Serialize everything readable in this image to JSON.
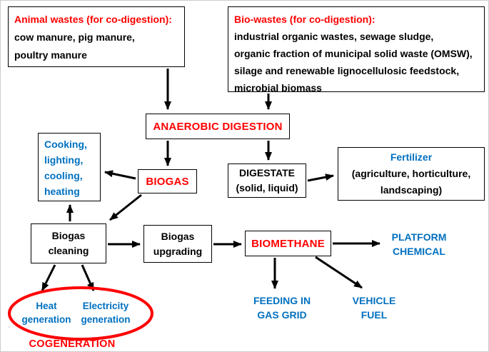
{
  "colors": {
    "red": "#ff0000",
    "blue": "#0070c0",
    "black": "#000000",
    "background": "#ffffff"
  },
  "nodes": {
    "animal_wastes": {
      "title": "Animal wastes (for co-digestion):",
      "lines": [
        "cow manure, pig manure,",
        "poultry manure"
      ]
    },
    "bio_wastes": {
      "title": "Bio-wastes (for co-digestion):",
      "lines": [
        "industrial organic wastes, sewage sludge,",
        "organic fraction of municipal solid waste (OMSW),",
        "silage and renewable lignocellulosic feedstock,",
        "microbial biomass"
      ]
    },
    "anaerobic_digestion": {
      "label": "ANAEROBIC DIGESTION"
    },
    "biogas": {
      "label": "BIOGAS"
    },
    "digestate": {
      "lines": [
        "DIGESTATE",
        "(solid, liquid)"
      ]
    },
    "fertilizer": {
      "title": "Fertilizer",
      "lines": [
        "(agriculture, horticulture,",
        "landscaping)"
      ]
    },
    "cooking_uses": {
      "lines": [
        "Cooking,",
        "lighting,",
        "cooling,",
        "heating"
      ]
    },
    "biogas_cleaning": {
      "lines": [
        "Biogas",
        "cleaning"
      ]
    },
    "biogas_upgrading": {
      "lines": [
        "Biogas",
        "upgrading"
      ]
    },
    "biomethane": {
      "label": "BIOMETHANE"
    },
    "platform_chemical": {
      "lines": [
        "PLATFORM",
        "CHEMICAL"
      ]
    },
    "feeding_gas_grid": {
      "lines": [
        "FEEDING IN",
        "GAS GRID"
      ]
    },
    "vehicle_fuel": {
      "lines": [
        "VEHICLE",
        "FUEL"
      ]
    },
    "heat_generation": {
      "lines": [
        "Heat",
        "generation"
      ]
    },
    "electricity_generation": {
      "lines": [
        "Electricity",
        "generation"
      ]
    },
    "cogeneration": {
      "label": "COGENERATION"
    }
  }
}
